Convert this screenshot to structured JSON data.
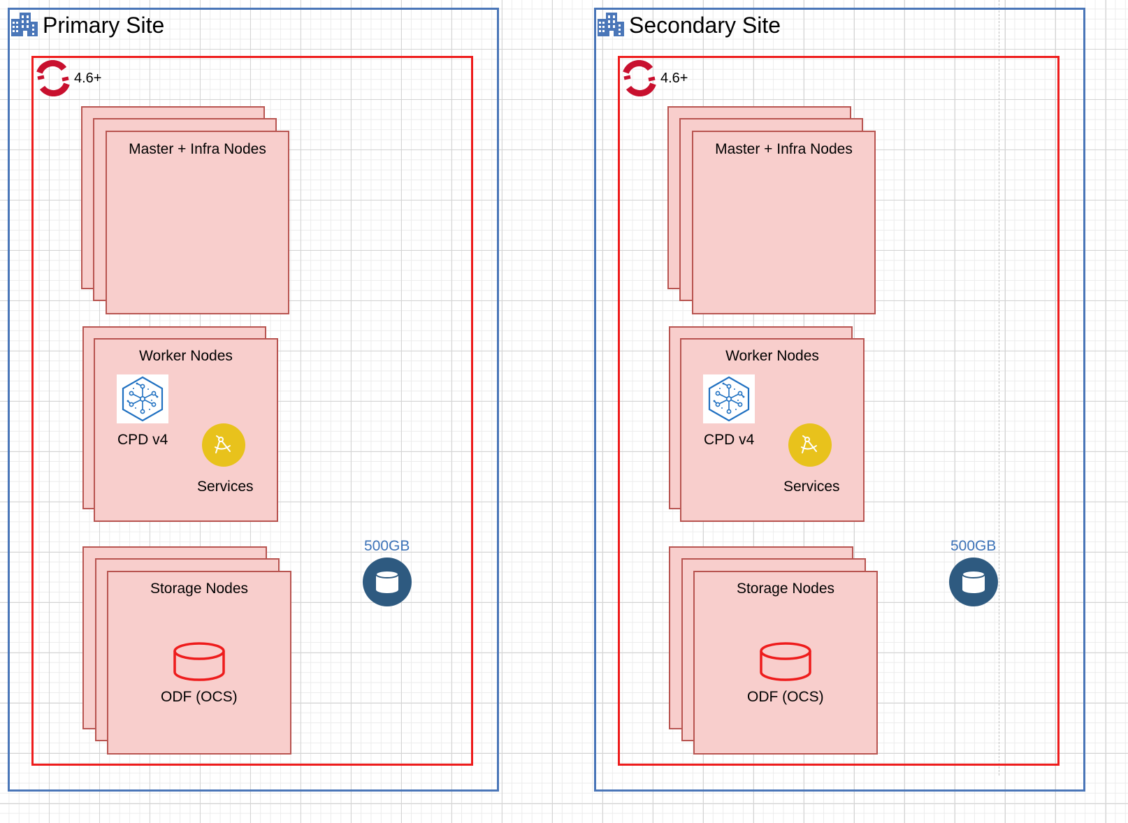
{
  "colors": {
    "site_border": "#4a76b8",
    "cluster_border": "#ee1c1c",
    "node_fill": "#f8cecc",
    "node_border": "#b85450",
    "volume_blue": "#2e5a80",
    "volume_label": "#3d73b8",
    "services_yellow": "#e8c21c",
    "cpd_blue": "#1f70c1",
    "odf_red": "#ee1c1c"
  },
  "icons": {
    "site": "building-icon",
    "openshift": "openshift-logo-icon",
    "cpd": "cloud-pak-data-hexagon-icon",
    "services": "drafting-compass-icon",
    "volume": "block-storage-volume-icon",
    "odf": "database-cylinder-icon"
  },
  "sites": [
    {
      "title": "Primary Site",
      "openshift_version": "4.6+",
      "master_nodes_label": "Master + Infra Nodes",
      "worker_nodes_label": "Worker Nodes",
      "cpd_label": "CPD v4",
      "services_label": "Services",
      "storage_nodes_label": "Storage Nodes",
      "odf_label": "ODF (OCS)",
      "volume_size": "500GB"
    },
    {
      "title": "Secondary Site",
      "openshift_version": "4.6+",
      "master_nodes_label": "Master + Infra Nodes",
      "worker_nodes_label": "Worker Nodes",
      "cpd_label": "CPD v4",
      "services_label": "Services",
      "storage_nodes_label": "Storage Nodes",
      "odf_label": "ODF (OCS)",
      "volume_size": "500GB"
    }
  ]
}
